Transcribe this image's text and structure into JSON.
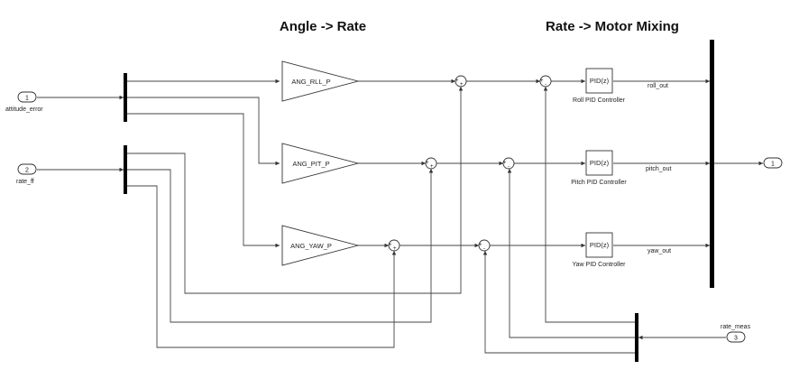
{
  "titles": {
    "left": "Angle -> Rate",
    "right": "Rate -> Motor Mixing"
  },
  "inports": [
    {
      "num": "1",
      "name": "attitude_error"
    },
    {
      "num": "2",
      "name": "rate_ff"
    },
    {
      "num": "3",
      "name": "rate_meas"
    }
  ],
  "outport": {
    "num": "1"
  },
  "gains": [
    "ANG_RLL_P",
    "ANG_PIT_P",
    "ANG_YAW_P"
  ],
  "pid_blocks": [
    {
      "glyph": "PID(z)",
      "name": "Roll PID Controller"
    },
    {
      "glyph": "PID(z)",
      "name": "Pitch PID Controller"
    },
    {
      "glyph": "PID(z)",
      "name": "Yaw PID Controller"
    }
  ],
  "signals": [
    "roll_out",
    "pitch_out",
    "yaw_out"
  ],
  "sum_signs": {
    "plus": "+",
    "minus": "-"
  },
  "colors": {
    "line": "#444444",
    "bar": "#000000",
    "block_fill": "#ffffff",
    "text": "#111111"
  }
}
